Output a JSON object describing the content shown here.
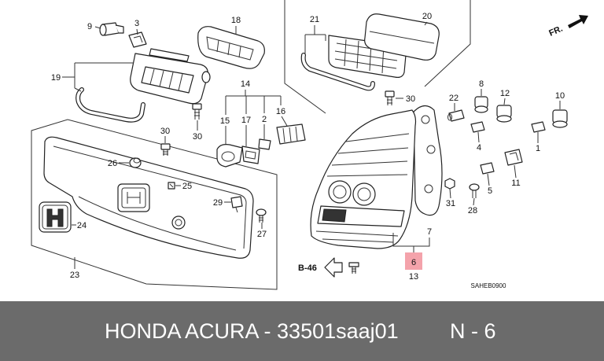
{
  "diagram": {
    "callouts": [
      "9",
      "3",
      "18",
      "21",
      "20",
      "19",
      "14",
      "8",
      "12",
      "22",
      "30",
      "10",
      "15",
      "17",
      "2",
      "16",
      "30",
      "30",
      "4",
      "1",
      "26",
      "25",
      "29",
      "24",
      "27",
      "31",
      "5",
      "11",
      "28",
      "7",
      "23",
      "13"
    ],
    "highlighted_callout": "6",
    "direction_label": "FR.",
    "reference_label": "B-46",
    "drawing_code": "SAHEB0900",
    "highlight_color": "#f4a3ab",
    "icons": {
      "direction_arrow": "arrow-up-right-icon",
      "reference_arrow": "arrow-left-outline-icon"
    }
  },
  "footer": {
    "title": "HONDA ACURA - 33501saaj01",
    "position": "N - 6",
    "background_color": "#6b6b6b",
    "text_color": "#ffffff"
  }
}
